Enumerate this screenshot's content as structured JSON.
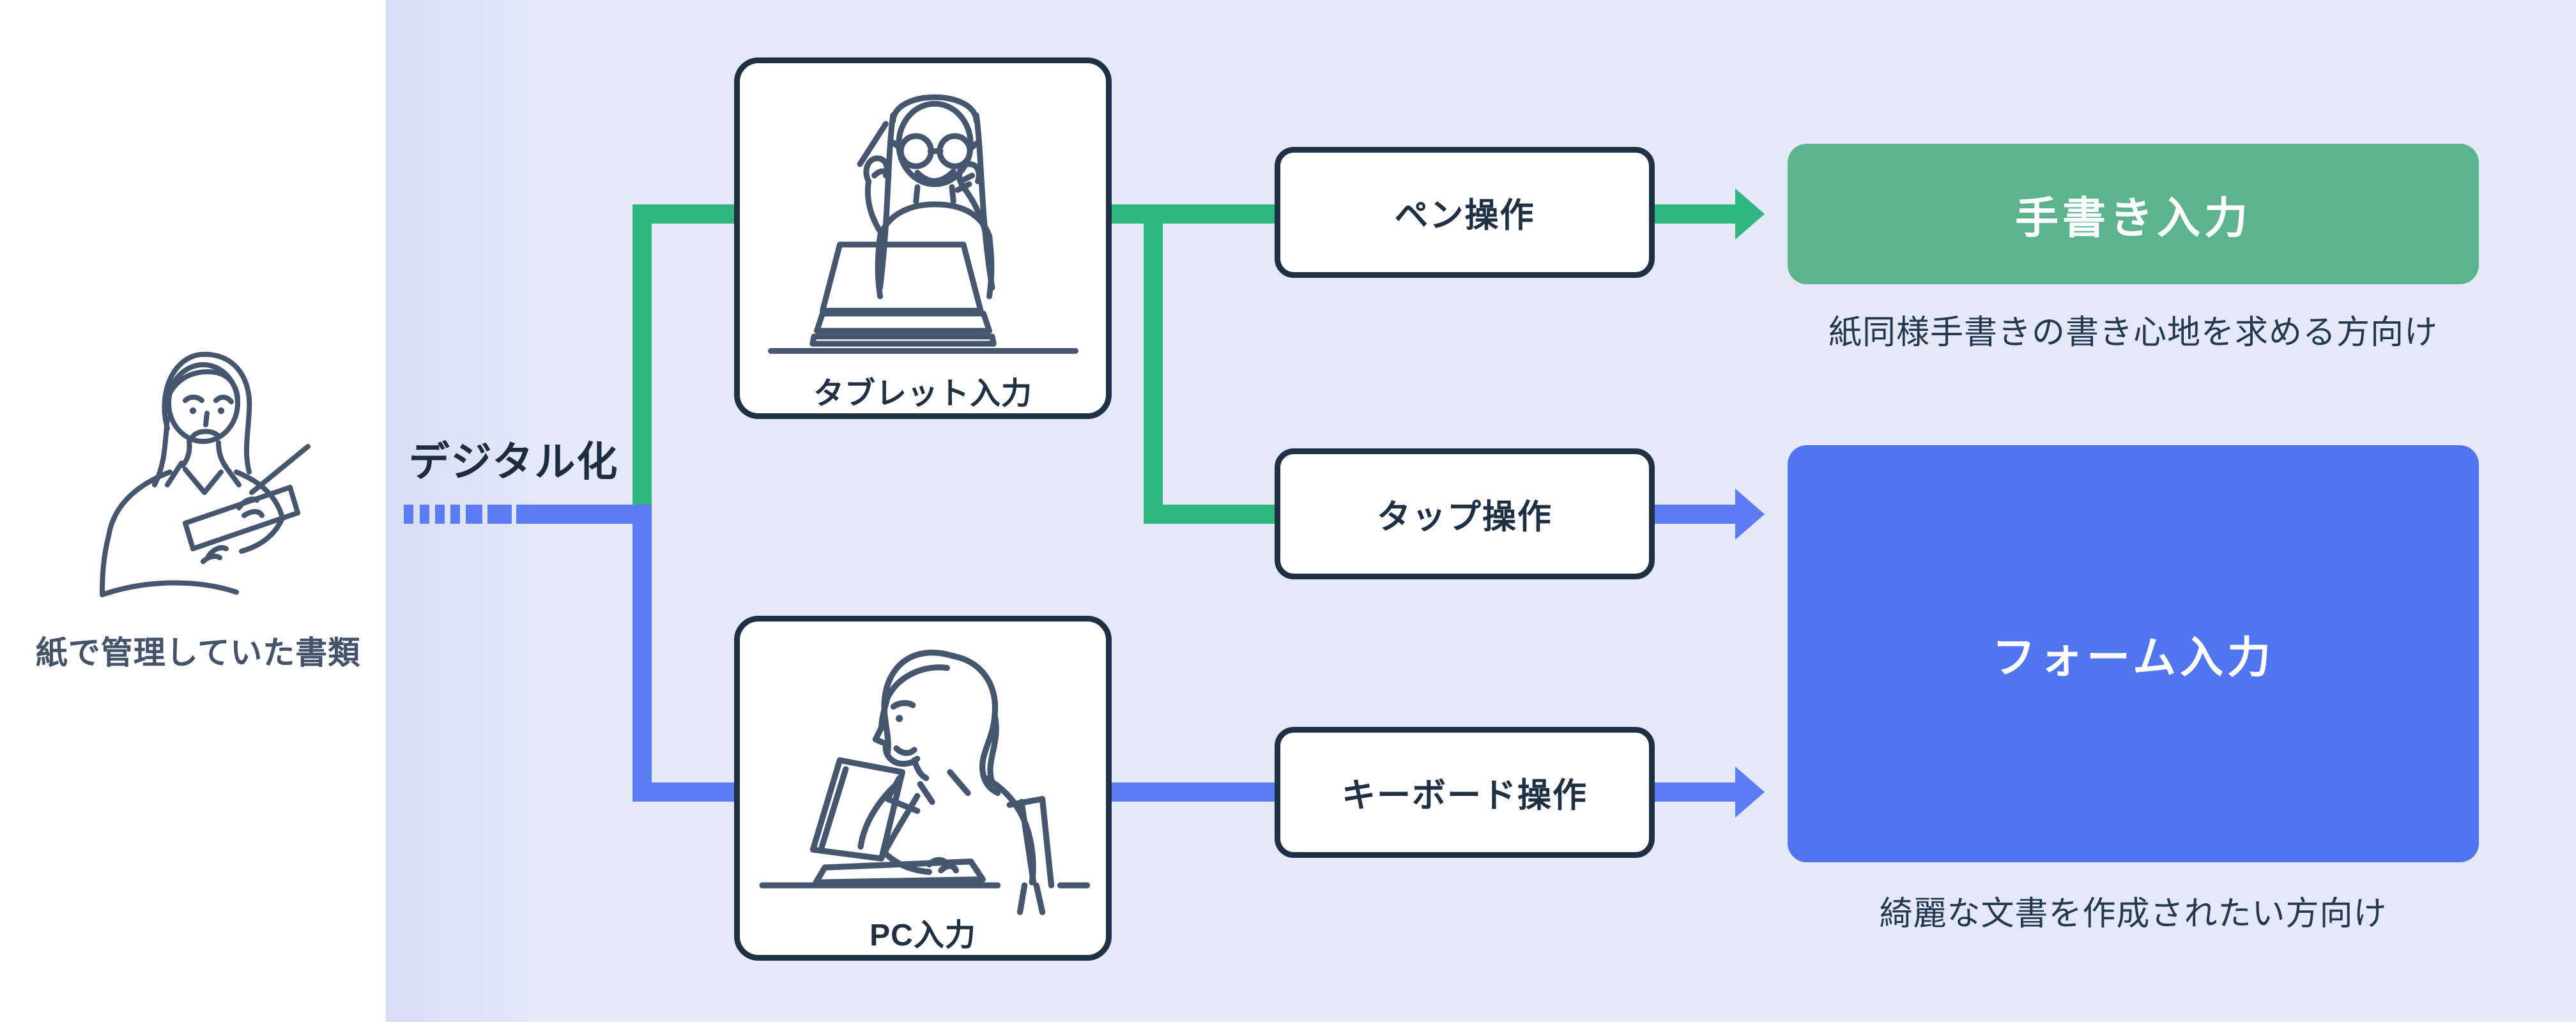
{
  "diagram": {
    "source": {
      "caption": "紙で管理していた書類",
      "illustration": "woman-holding-paper-documents"
    },
    "process_label": "デジタル化",
    "input_methods": [
      {
        "id": "tablet",
        "label": "タブレット入力",
        "illustration": "woman-using-tablet-with-stylus"
      },
      {
        "id": "pc",
        "label": "PC入力",
        "illustration": "woman-typing-on-laptop"
      }
    ],
    "operations": [
      {
        "id": "pen",
        "label": "ペン操作",
        "connector_color": "#30b77f"
      },
      {
        "id": "tap",
        "label": "タップ操作",
        "connector_color": "#5b7cf4"
      },
      {
        "id": "keyboard",
        "label": "キーボード操作",
        "connector_color": "#5b7cf4"
      }
    ],
    "results": [
      {
        "id": "handwriting",
        "label": "手書き入力",
        "caption": "紙同様手書きの書き心地を求める方向け",
        "color": "#5cb48d"
      },
      {
        "id": "form",
        "label": "フォーム入力",
        "caption": "綺麗な文書を作成されたい方向け",
        "color": "#5174f0"
      }
    ],
    "colors": {
      "green_connector": "#30b77f",
      "blue_connector": "#5b7cf4",
      "navy": "#1f3044",
      "panel_bg": "#e5e9f7",
      "left_bg": "#ffffff"
    }
  }
}
